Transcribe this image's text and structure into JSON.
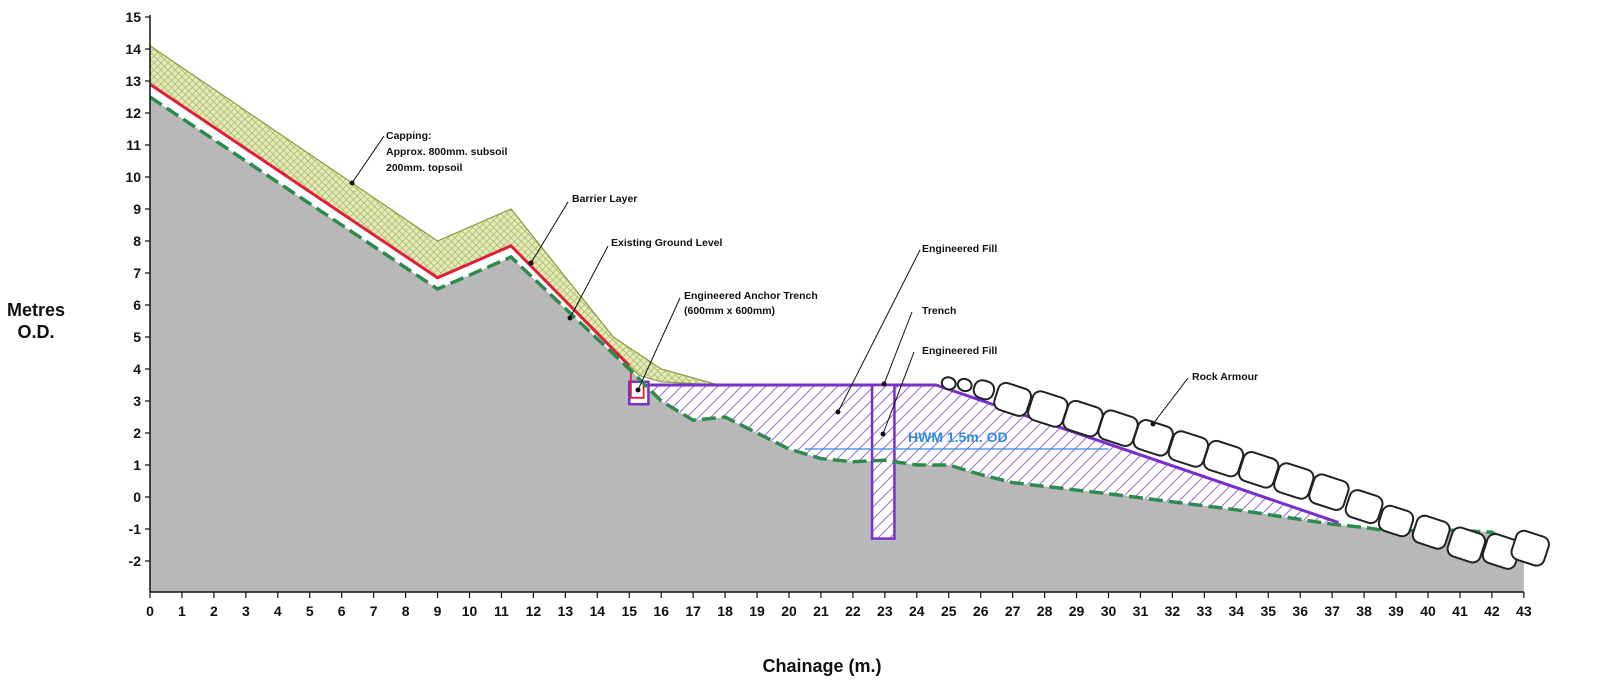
{
  "chart_data": {
    "type": "area",
    "xlabel": "Chainage (m.)",
    "ylabel_lines": [
      "Metres",
      "O.D."
    ],
    "xlim": [
      0,
      43
    ],
    "ylim": [
      -3,
      15
    ],
    "x_ticks": [
      0,
      1,
      2,
      3,
      4,
      5,
      6,
      7,
      8,
      9,
      10,
      11,
      12,
      13,
      14,
      15,
      16,
      17,
      18,
      19,
      20,
      21,
      22,
      23,
      24,
      25,
      26,
      27,
      28,
      29,
      30,
      31,
      32,
      33,
      34,
      35,
      36,
      37,
      38,
      39,
      40,
      41,
      42,
      43
    ],
    "y_ticks": [
      -2,
      -1,
      0,
      1,
      2,
      3,
      4,
      5,
      6,
      7,
      8,
      9,
      10,
      11,
      12,
      13,
      14,
      15
    ],
    "existing_ground": [
      [
        0,
        12.5
      ],
      [
        9,
        6.5
      ],
      [
        11.3,
        7.5
      ],
      [
        15,
        4.0
      ],
      [
        16,
        3.0
      ],
      [
        17,
        2.4
      ],
      [
        18,
        2.5
      ],
      [
        19,
        2.0
      ],
      [
        20,
        1.5
      ],
      [
        21,
        1.2
      ],
      [
        22,
        1.1
      ],
      [
        23,
        1.15
      ],
      [
        24,
        1.0
      ],
      [
        25,
        1.0
      ],
      [
        26,
        0.7
      ],
      [
        27,
        0.45
      ],
      [
        30,
        0.1
      ],
      [
        34,
        -0.4
      ],
      [
        37,
        -0.85
      ],
      [
        38,
        -0.95
      ],
      [
        39,
        -1.1
      ],
      [
        40,
        -1.0
      ],
      [
        41,
        -1.05
      ],
      [
        42,
        -1.1
      ],
      [
        43,
        -1.8
      ]
    ],
    "barrier_layer": [
      [
        0,
        12.9
      ],
      [
        9,
        6.85
      ],
      [
        11.3,
        7.85
      ],
      [
        15,
        4.1
      ]
    ],
    "capping_top": [
      [
        0,
        14.1
      ],
      [
        9,
        8.0
      ],
      [
        11.3,
        9.0
      ],
      [
        14.5,
        5.0
      ],
      [
        16,
        4.0
      ],
      [
        17.8,
        3.5
      ]
    ],
    "fill_top_level": 3.5,
    "fill_start_x": 15.4,
    "fill_crest_x": 24.6,
    "fill_toe": [
      37.2,
      -0.8
    ],
    "anchor_trench": {
      "x": [
        15,
        15.6
      ],
      "y": [
        2.9,
        3.6
      ]
    },
    "deep_trench": {
      "x": [
        22.6,
        23.3
      ],
      "y": [
        -1.3,
        3.5
      ]
    },
    "hwm_level": 1.5,
    "hwm_x": [
      20.5,
      30
    ],
    "rock_armour_x": [
      25,
      43
    ]
  },
  "annotations": {
    "capping_line1": "Capping:",
    "capping_line2": "Approx. 800mm. subsoil",
    "capping_line3": "200mm. topsoil",
    "barrier_layer": "Barrier Layer",
    "existing_ground": "Existing Ground Level",
    "anchor_trench_line1": "Engineered Anchor Trench",
    "anchor_trench_line2": "(600mm x 600mm)",
    "engineered_fill_1": "Engineered Fill",
    "trench": "Trench",
    "engineered_fill_2": "Engineered Fill",
    "rock_armour": "Rock Armour",
    "hwm": "HWM 1.5m. OD"
  },
  "colors": {
    "ground": "#b8b8b8",
    "ground_line": "#2e8b4e",
    "barrier": "#e0203a",
    "capping_fill": "#e3eab8",
    "capping_edge": "#8a9a3a",
    "fill_outline": "#7b2fc9",
    "fill_hatch": "#9a6ad6",
    "hwm": "#2f8be0",
    "rock": "#222222"
  }
}
